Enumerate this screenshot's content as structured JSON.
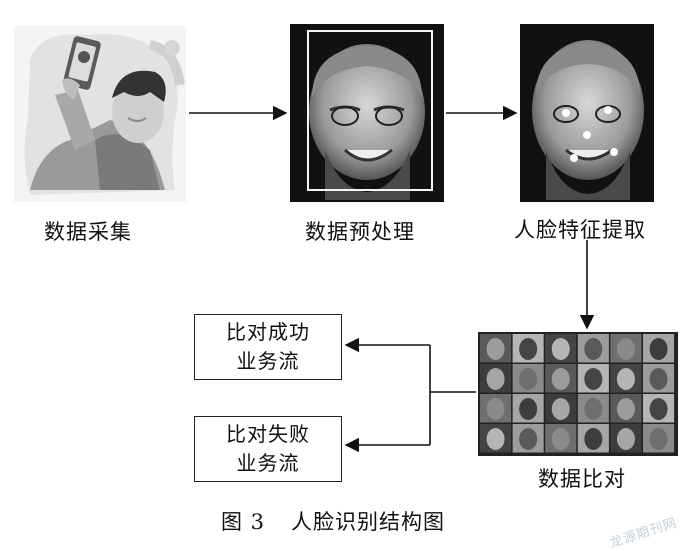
{
  "nodes": {
    "capture": "数据采集",
    "preprocess": "数据预处理",
    "features": "人脸特征提取",
    "compare": "数据比对"
  },
  "outcomes": {
    "success": [
      "比对成功",
      "业务流"
    ],
    "failure": [
      "比对失败",
      "业务流"
    ]
  },
  "caption": {
    "figure": "图 3",
    "title": "人脸识别结构图"
  },
  "watermark": "龙源期刊网"
}
